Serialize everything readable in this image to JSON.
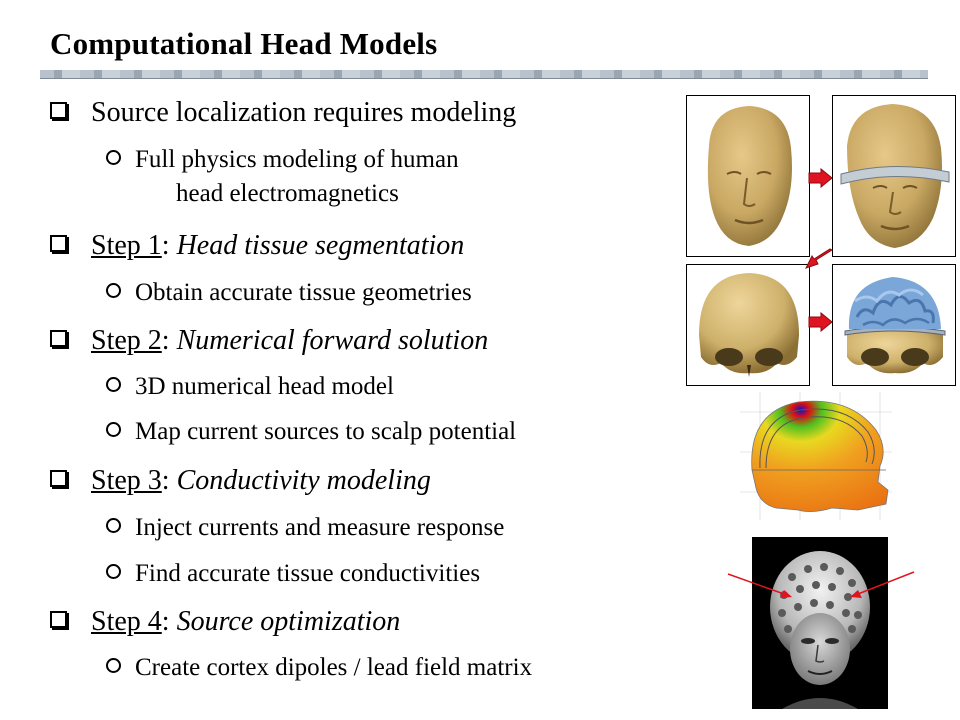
{
  "slide": {
    "title": "Computational Head Models",
    "bullets": [
      {
        "text": "Source localization requires modeling"
      },
      {
        "text": "Full physics modeling of human",
        "cont": "head electromagnetics"
      },
      {
        "step": "Step 1",
        "sep": ": ",
        "desc": "Head tissue segmentation"
      },
      {
        "text": "Obtain accurate tissue geometries"
      },
      {
        "step": "Step 2",
        "sep": ": ",
        "desc": "Numerical forward solution"
      },
      {
        "text": "3D numerical head model"
      },
      {
        "text": "Map current sources to scalp potential"
      },
      {
        "step": "Step 3",
        "sep": ": ",
        "desc": "Conductivity modeling"
      },
      {
        "text": "Inject currents and measure response"
      },
      {
        "text": "Find accurate tissue conductivities"
      },
      {
        "step": "Step 4",
        "sep": ": ",
        "desc": "Source optimization"
      },
      {
        "text": "Create cortex dipoles / lead field matrix"
      }
    ]
  },
  "colors": {
    "arrow": "#e0141e",
    "skin": "#c8a862",
    "brain": "#7aa6d8"
  }
}
